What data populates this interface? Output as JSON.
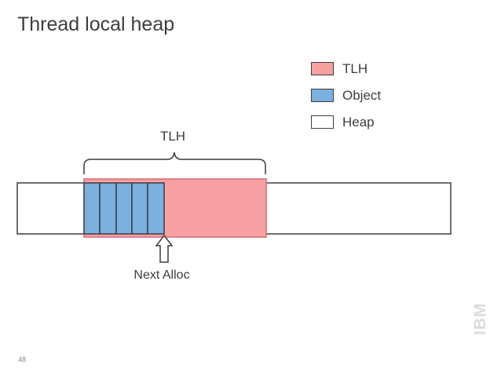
{
  "title": "Thread local heap",
  "legend": [
    {
      "label": "TLH",
      "color": "#f7a1a3"
    },
    {
      "label": "Object",
      "color": "#7ab1df"
    },
    {
      "label": "Heap",
      "color": "#ffffff"
    }
  ],
  "diagram": {
    "tlh_label": "TLH",
    "next_alloc_label": "Next Alloc",
    "object_count": 5,
    "colors": {
      "outline": "#3d3d3d",
      "tlh": "#f7a1a3",
      "tlh_border": "#d9696d",
      "object": "#7ab1df"
    }
  },
  "page_number": "48",
  "logo": {
    "text": "IBM"
  }
}
